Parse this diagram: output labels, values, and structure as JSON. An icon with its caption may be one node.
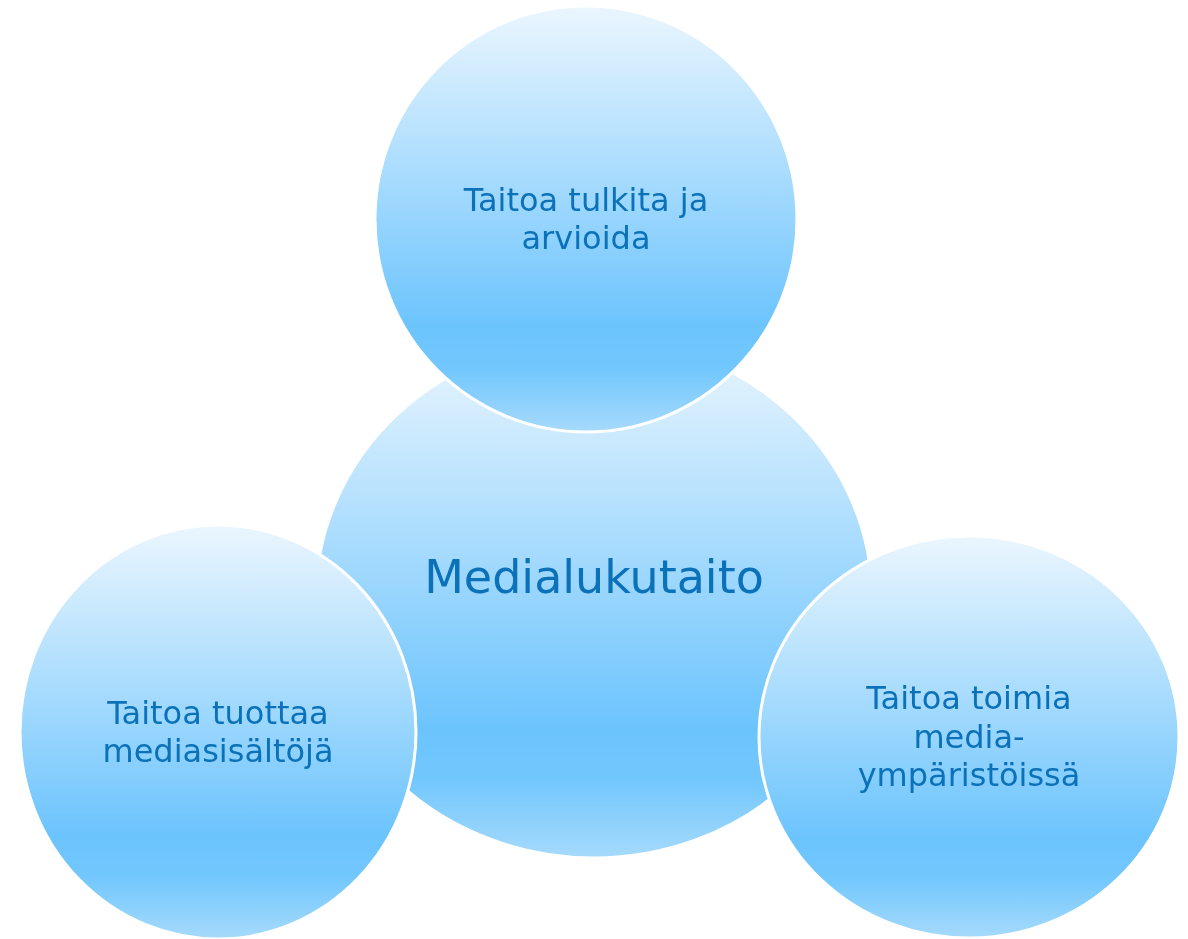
{
  "diagram": {
    "nodes": [
      {
        "text": [
          "Taitoa tulkita ja arvioida"
        ]
      },
      {
        "text": [
          "Medialukutaito"
        ]
      },
      {
        "text": [
          "Taitoa tuottaa mediasisältöjä"
        ]
      },
      {
        "text": [
          "Taitoa toimia media-ympäristöissä"
        ]
      }
    ]
  }
}
